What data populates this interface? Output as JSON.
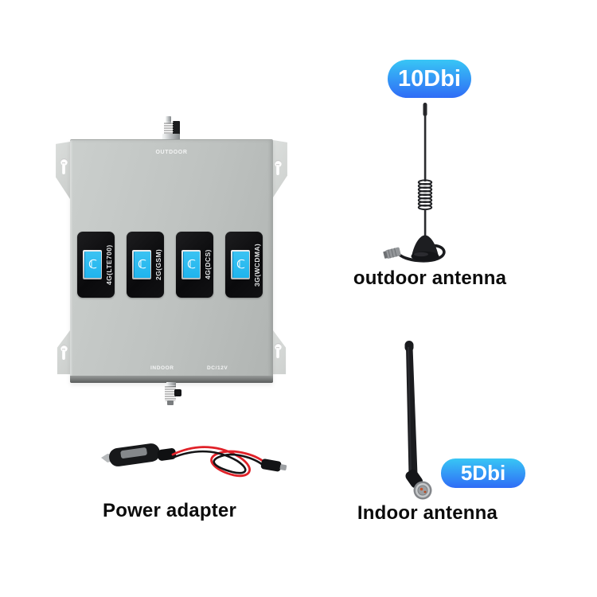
{
  "device": {
    "top_label": "OUTDOOR",
    "bottom_left_label": "INDOOR",
    "bottom_right_label": "DC/12V",
    "logo_glyph": "ℂ",
    "bands": [
      {
        "label": "4G(LTE700)"
      },
      {
        "label": "2G(GSM)"
      },
      {
        "label": "4G(DCS)"
      },
      {
        "label": "3G(WCDMA)"
      }
    ]
  },
  "outdoor_antenna": {
    "gain_badge": "10Dbi",
    "caption": "outdoor antenna"
  },
  "indoor_antenna": {
    "gain_badge": "5Dbi",
    "caption": "Indoor antenna"
  },
  "power_adapter": {
    "caption": "Power adapter"
  },
  "colors": {
    "badge_gradient_top": "#38c6f5",
    "badge_gradient_bottom": "#2f6cf6",
    "screen_cyan": "#1fb4ee",
    "screen_cyan_light": "#3cc3f2",
    "wire_red": "#e02128"
  }
}
